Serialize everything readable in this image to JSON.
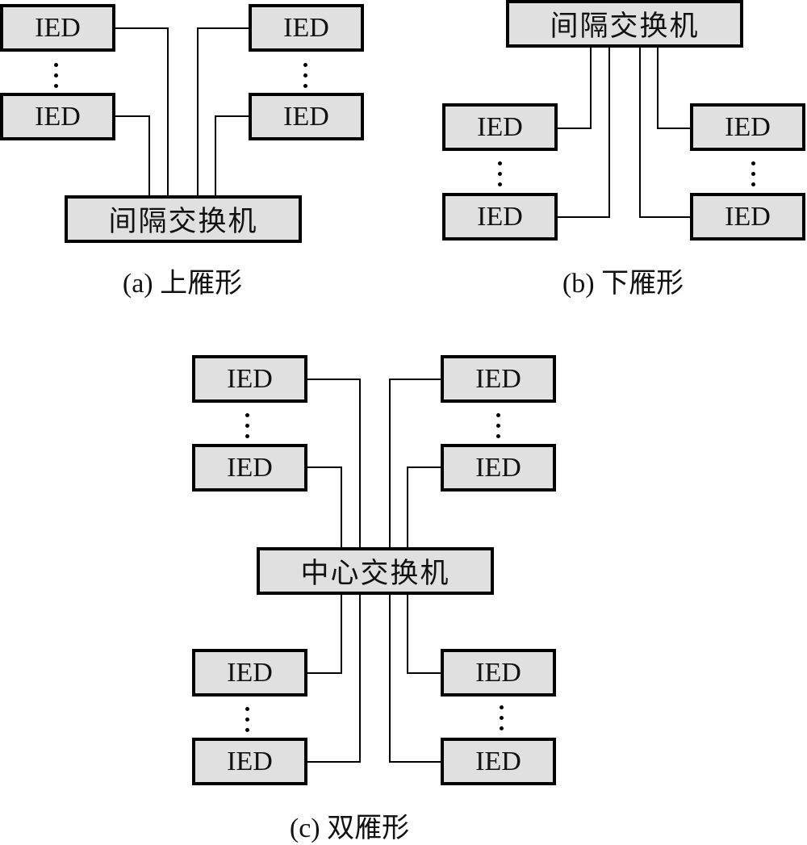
{
  "device_label": "IED",
  "ellipsis": "⋮",
  "diagrams": {
    "a": {
      "switch_label": "间隔交换机",
      "caption": "(a) 上雁形"
    },
    "b": {
      "switch_label": "间隔交换机",
      "caption": "(b) 下雁形"
    },
    "c": {
      "switch_label": "中心交换机",
      "caption": "(c) 双雁形"
    }
  },
  "colors": {
    "box_fill": "#e0e0e0",
    "line": "#000000"
  }
}
